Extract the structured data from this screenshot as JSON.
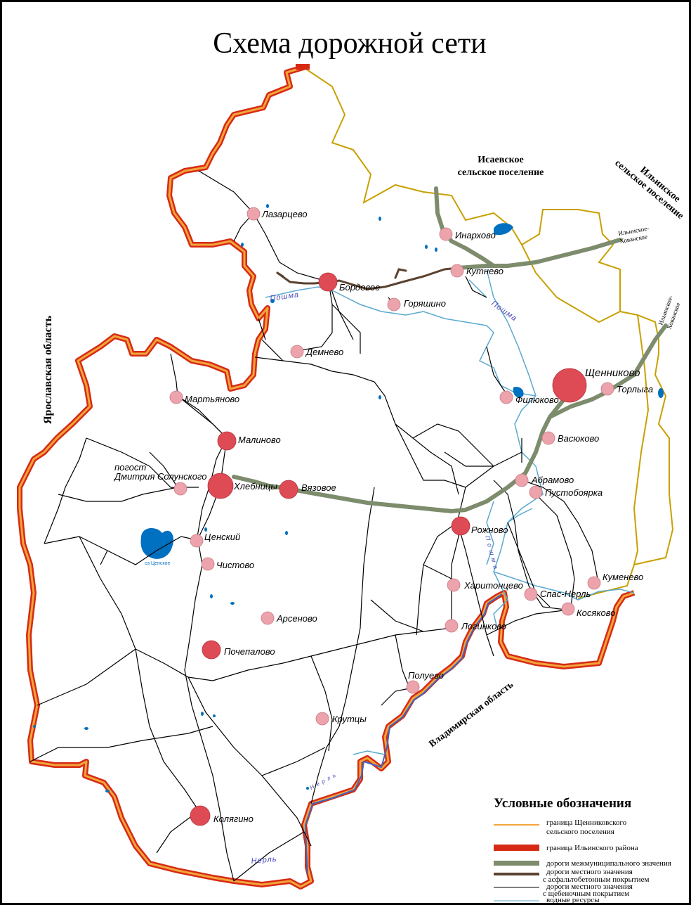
{
  "title": "Схема дорожной сети",
  "colors": {
    "settlement_border": "#c8a000",
    "district_border": "#d72a14",
    "district_border_inner": "#f2a53a",
    "intermunicipal_road": "#7d8c6c",
    "asphalt_road": "#5b4330",
    "gravel_road": "#000000",
    "water": "#5aa9cf",
    "lake": "#0070c0",
    "village_small": "#eca3ab",
    "village_large": "#df4b55"
  },
  "regions": {
    "yaroslavl": "Ярославская область",
    "vladimir": "Владимирская область",
    "isaevskoe_1": "Исаевское",
    "isaevskoe_2": "сельское поселение",
    "ilinskoe_1": "Ильинское",
    "ilinskoe_2": "сельское поселение"
  },
  "road_labels": {
    "khovanskoe_1_a": "Ильинское-",
    "khovanskoe_1_b": "Хованское",
    "khovanskoe_2_a": "Ильинское-",
    "khovanskoe_2_b": "Хованское"
  },
  "rivers": {
    "poshma_1": "Пошма",
    "poshma_2": "Пошма",
    "poshma_3": "П о ш м а",
    "nerl_1": "Нерль",
    "nerl_2": "Н е р л ь",
    "lake": "оз Ценское"
  },
  "villages": {
    "lazartsevo": "Лазарцево",
    "inarkhovo": "Инархово",
    "kutnevo": "Кутнево",
    "bordovoe": "Бордовое",
    "goryashino": "Горяшино",
    "demnevo": "Демнево",
    "shchennikovo": "Щенниково",
    "torlyga": "Торлыга",
    "filyukovo": "Филюково",
    "martyanovo": "Мартьяново",
    "malinovo": "Малиново",
    "vasyukovo": "Васюково",
    "pogost_1": "погост",
    "pogost_2": "Дмитрия Солунского",
    "khlebnitsy": "Хлебницы",
    "vyazovoe": "Вязовое",
    "abramovo": "Абрамово",
    "pustoboyarka": "Пустобоярка",
    "rozhnovo": "Рожново",
    "tsenskiy": "Ценский",
    "chistovo": "Чистово",
    "kharitontsevo": "Харитонцево",
    "kumenevo": "Куменево",
    "spas_nerl": "Спас-Нерль",
    "kosyakovo": "Косяково",
    "arsenovo": "Арсеново",
    "loginkovo": "Логинково",
    "pochepalovo": "Почепалово",
    "poluevo": "Полуево",
    "krutsy": "Крутцы",
    "kolyagino": "Колягино"
  },
  "legend": {
    "title": "Условные обозначения",
    "item1_a": "граница Щенниковского",
    "item1_b": "сельского поселения",
    "item2": "граница Ильинского района",
    "item3": "дороги межмуниципального значения",
    "item4_a": "дороги местного значения",
    "item4_b": "с асфальтобетонным покрытием",
    "item5_a": "дороги местного значения",
    "item5_b": "с щебеночным покрытием",
    "item6": "водные ресурсы"
  }
}
